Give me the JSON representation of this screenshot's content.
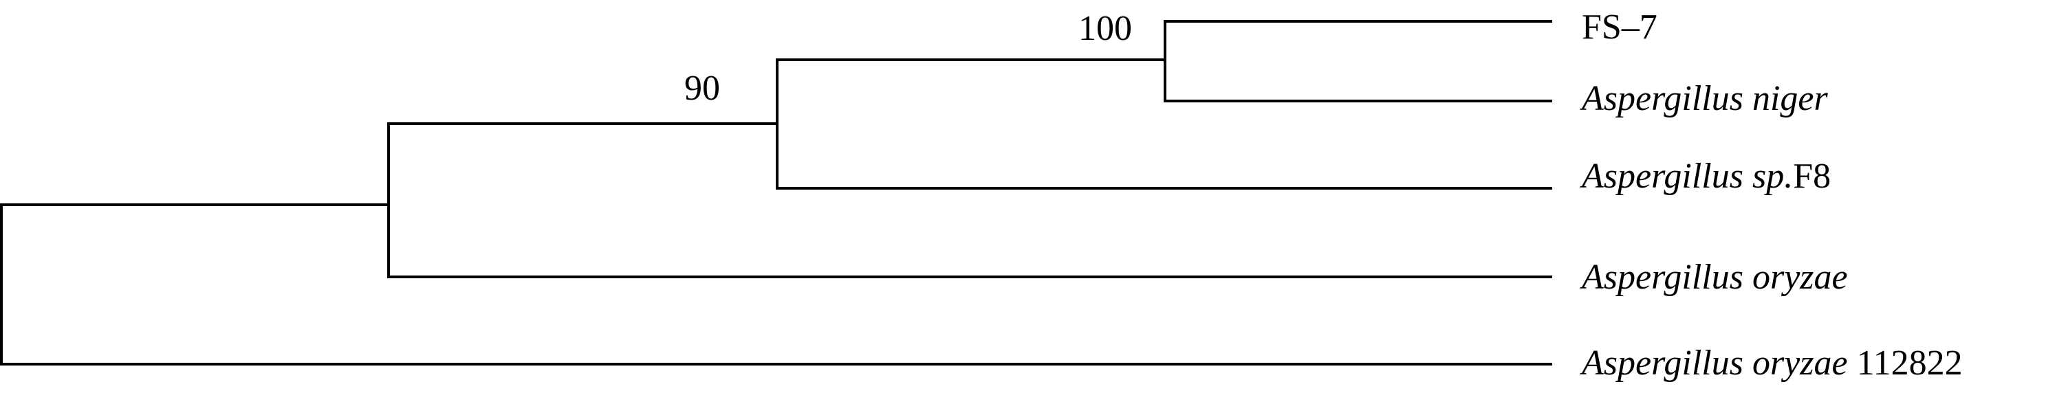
{
  "tree": {
    "taxa": [
      {
        "id": "fs7",
        "italic": "",
        "plain": "FS–7"
      },
      {
        "id": "niger",
        "italic": "Aspergillus niger",
        "plain": ""
      },
      {
        "id": "sp-f8",
        "italic": "Aspergillus sp.",
        "plain": "F8"
      },
      {
        "id": "oryzae",
        "italic": "Aspergillus oryzae",
        "plain": ""
      },
      {
        "id": "oryzae-112822",
        "italic": "Aspergillus oryzae",
        "plain": " 112822"
      }
    ],
    "bootstrap": [
      {
        "id": "bootstrap-100",
        "value": "100"
      },
      {
        "id": "bootstrap-90",
        "value": "90"
      }
    ]
  }
}
